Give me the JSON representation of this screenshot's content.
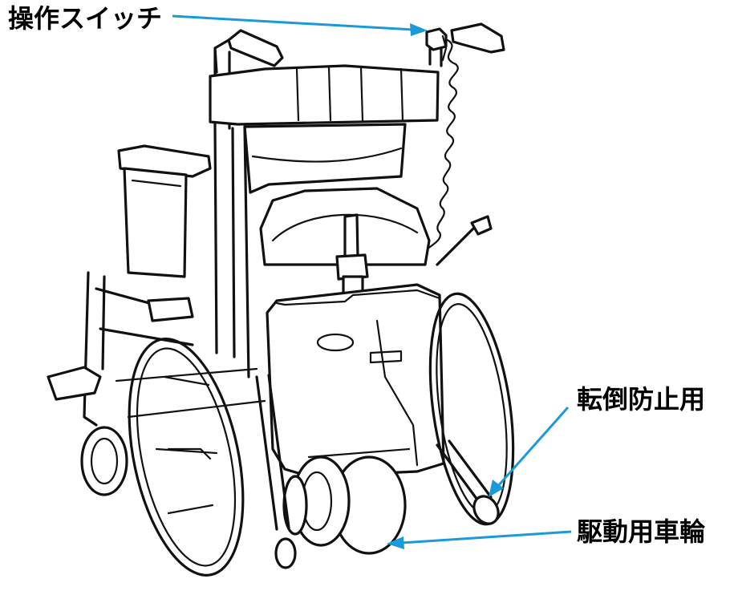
{
  "labels": {
    "operation_switch": "操作スイッチ",
    "anti_tip": "転倒防止用",
    "drive_wheel": "駆動用車輪"
  },
  "colors": {
    "arrow": "#1a9ad9",
    "line_art": "#111111",
    "background": "#ffffff"
  }
}
